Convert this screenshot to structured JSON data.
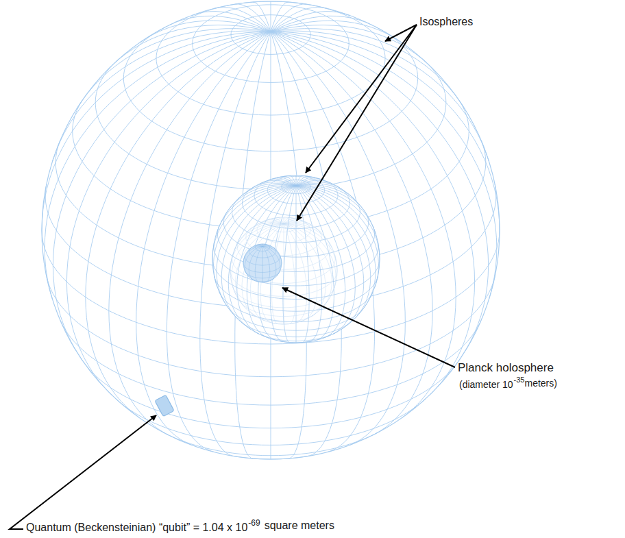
{
  "diagram": {
    "labels": [
      "Isospheres",
      "Planck holosphere",
      "(diameter 10",
      "-35",
      "meters)",
      "Quantum (Beckensteinian) “qubit” = 1.04 x 10",
      "-69",
      "square meters"
    ]
  }
}
